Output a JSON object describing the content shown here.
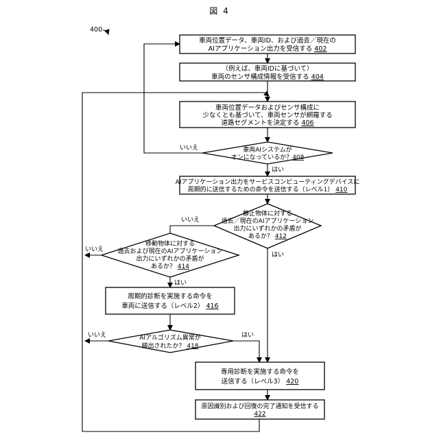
{
  "figure": {
    "title": "図 4",
    "number": "400"
  },
  "nodes": {
    "n402": {
      "lines": [
        "車両位置データ、車両ID、および過去／現在の",
        "AIアプリケーション出力を受信する"
      ],
      "ref": "402"
    },
    "n404": {
      "lines": [
        "（例えば、車両IDに基づいて）",
        "車両のセンサ構成情報を受信する"
      ],
      "ref": "404"
    },
    "n406": {
      "lines": [
        "車両位置データおよびセンサ構成に",
        "少なくとも基づいて、車両センサが網羅する",
        "道路セグメントを決定する"
      ],
      "ref": "406"
    },
    "n408": {
      "lines": [
        "車両AIシステムが",
        "オンになっているか？"
      ],
      "ref": "408"
    },
    "n410": {
      "lines": [
        "AIアプリケーション出力をサービスコンピューティングデバイスに",
        "周期的に送信するための命令を送信する（レベル1）"
      ],
      "ref": "410"
    },
    "n412": {
      "lines": [
        "静止物体に対する",
        "過去／現在のAIアプリケーション",
        "出力にいずれかの矛盾が",
        "あるか？"
      ],
      "ref": "412"
    },
    "n414": {
      "lines": [
        "移動物体に対する",
        "過去および現在のAIアプリケーション",
        "出力にいずれかの矛盾が",
        "あるか？"
      ],
      "ref": "414"
    },
    "n416": {
      "lines": [
        "周期的診断を実施する命令を",
        "車両に送信する（レベル2）"
      ],
      "ref": "416"
    },
    "n418": {
      "lines": [
        "AIアルゴリズム異常が",
        "検出されたか？"
      ],
      "ref": "418"
    },
    "n420": {
      "lines": [
        "専用診断を実施する命令を",
        "送信する（レベル3）"
      ],
      "ref": "420"
    },
    "n422": {
      "lines": [
        "原因識別および回復の完了通知を受信する"
      ],
      "ref": "422"
    }
  },
  "edge_labels": {
    "no_408": "いいえ",
    "yes_408": "はい",
    "no_412": "いいえ",
    "yes_412": "はい",
    "no_414": "いいえ",
    "yes_414": "はい",
    "no_418": "いいえ",
    "yes_418": "はい"
  }
}
